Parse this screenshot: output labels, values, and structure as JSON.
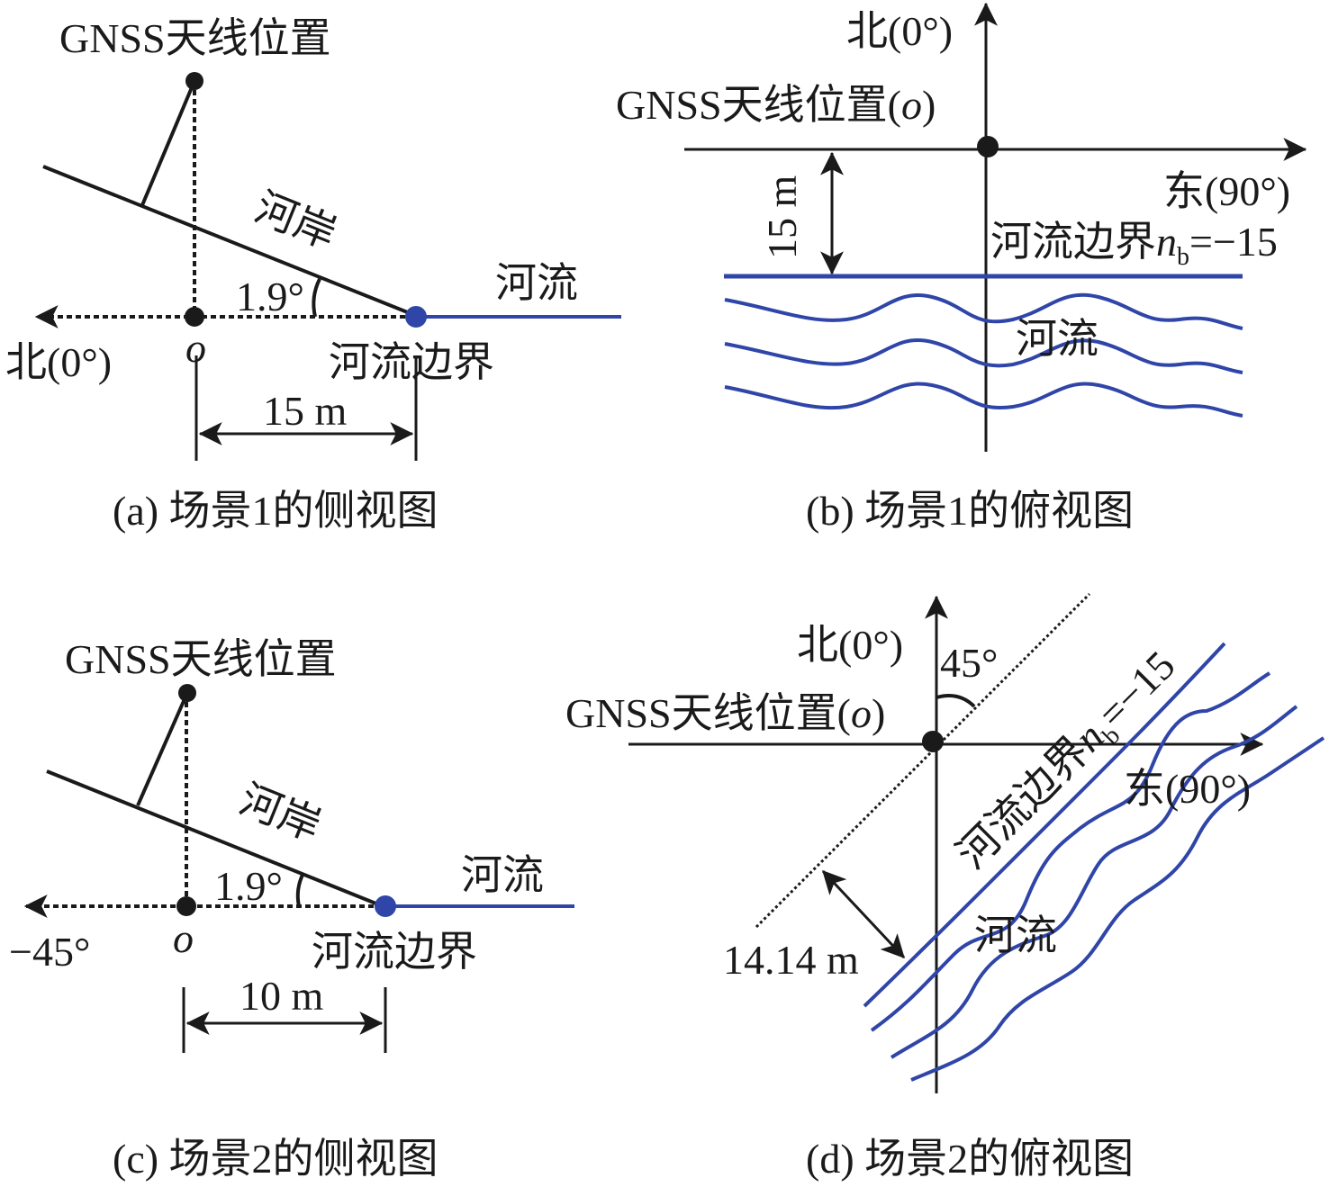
{
  "colors": {
    "ink": "#1a1a1a",
    "river": "#2f45a8"
  },
  "panels": {
    "a": {
      "caption": "(a) 场景1的侧视图",
      "antenna_label": "GNSS天线位置",
      "bank_label": "河岸",
      "river_label": "河流",
      "angle_label": "1.9°",
      "direction_label": "北(0°)",
      "origin_label": "o",
      "boundary_label": "河流边界",
      "distance_label": "15 m"
    },
    "b": {
      "caption": "(b) 场景1的俯视图",
      "north_label": "北(0°)",
      "antenna_label": "GNSS天线位置(",
      "antenna_origin": "o",
      "antenna_close": ")",
      "east_label": "东(90°)",
      "distance_label": "15 m",
      "boundary_label": "河流边界",
      "boundary_var": "n",
      "boundary_sub": "b",
      "boundary_value": "=−15",
      "river_label": "河流"
    },
    "c": {
      "caption": "(c) 场景2的侧视图",
      "antenna_label": "GNSS天线位置",
      "bank_label": "河岸",
      "river_label": "河流",
      "angle_label": "1.9°",
      "direction_label": "−45°",
      "origin_label": "o",
      "boundary_label": "河流边界",
      "distance_label": "10 m"
    },
    "d": {
      "caption": "(d) 场景2的俯视图",
      "north_label": "北(0°)",
      "angle_label": "45°",
      "antenna_label": "GNSS天线位置(",
      "antenna_origin": "o",
      "antenna_close": ")",
      "east_label": "东(90°)",
      "boundary_label": "河流边界",
      "boundary_var": "n",
      "boundary_sub": "b",
      "boundary_value": "=−15",
      "river_label": "河流",
      "distance_label": "14.14 m"
    }
  }
}
